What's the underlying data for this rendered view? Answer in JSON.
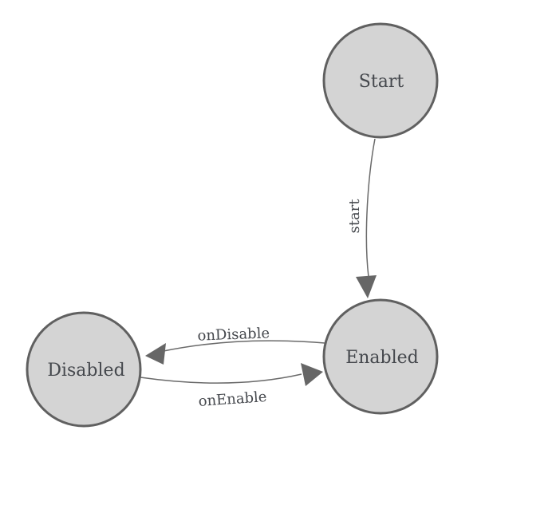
{
  "diagram": {
    "title": "state-machine",
    "nodes": [
      {
        "id": "start",
        "label": "Start"
      },
      {
        "id": "enabled",
        "label": "Enabled"
      },
      {
        "id": "disabled",
        "label": "Disabled"
      }
    ],
    "edges": [
      {
        "from": "Start",
        "to": "Enabled",
        "label": "start"
      },
      {
        "from": "Enabled",
        "to": "Disabled",
        "label": "onDisable"
      },
      {
        "from": "Disabled",
        "to": "Enabled",
        "label": "onEnable"
      }
    ]
  },
  "colors": {
    "background": "#ffffff",
    "node_fill": "#d4d4d4",
    "node_stroke": "#606060",
    "edge_stroke": "#6a6a6a",
    "arrow_fill": "#666666",
    "label_text": "#45484d"
  }
}
